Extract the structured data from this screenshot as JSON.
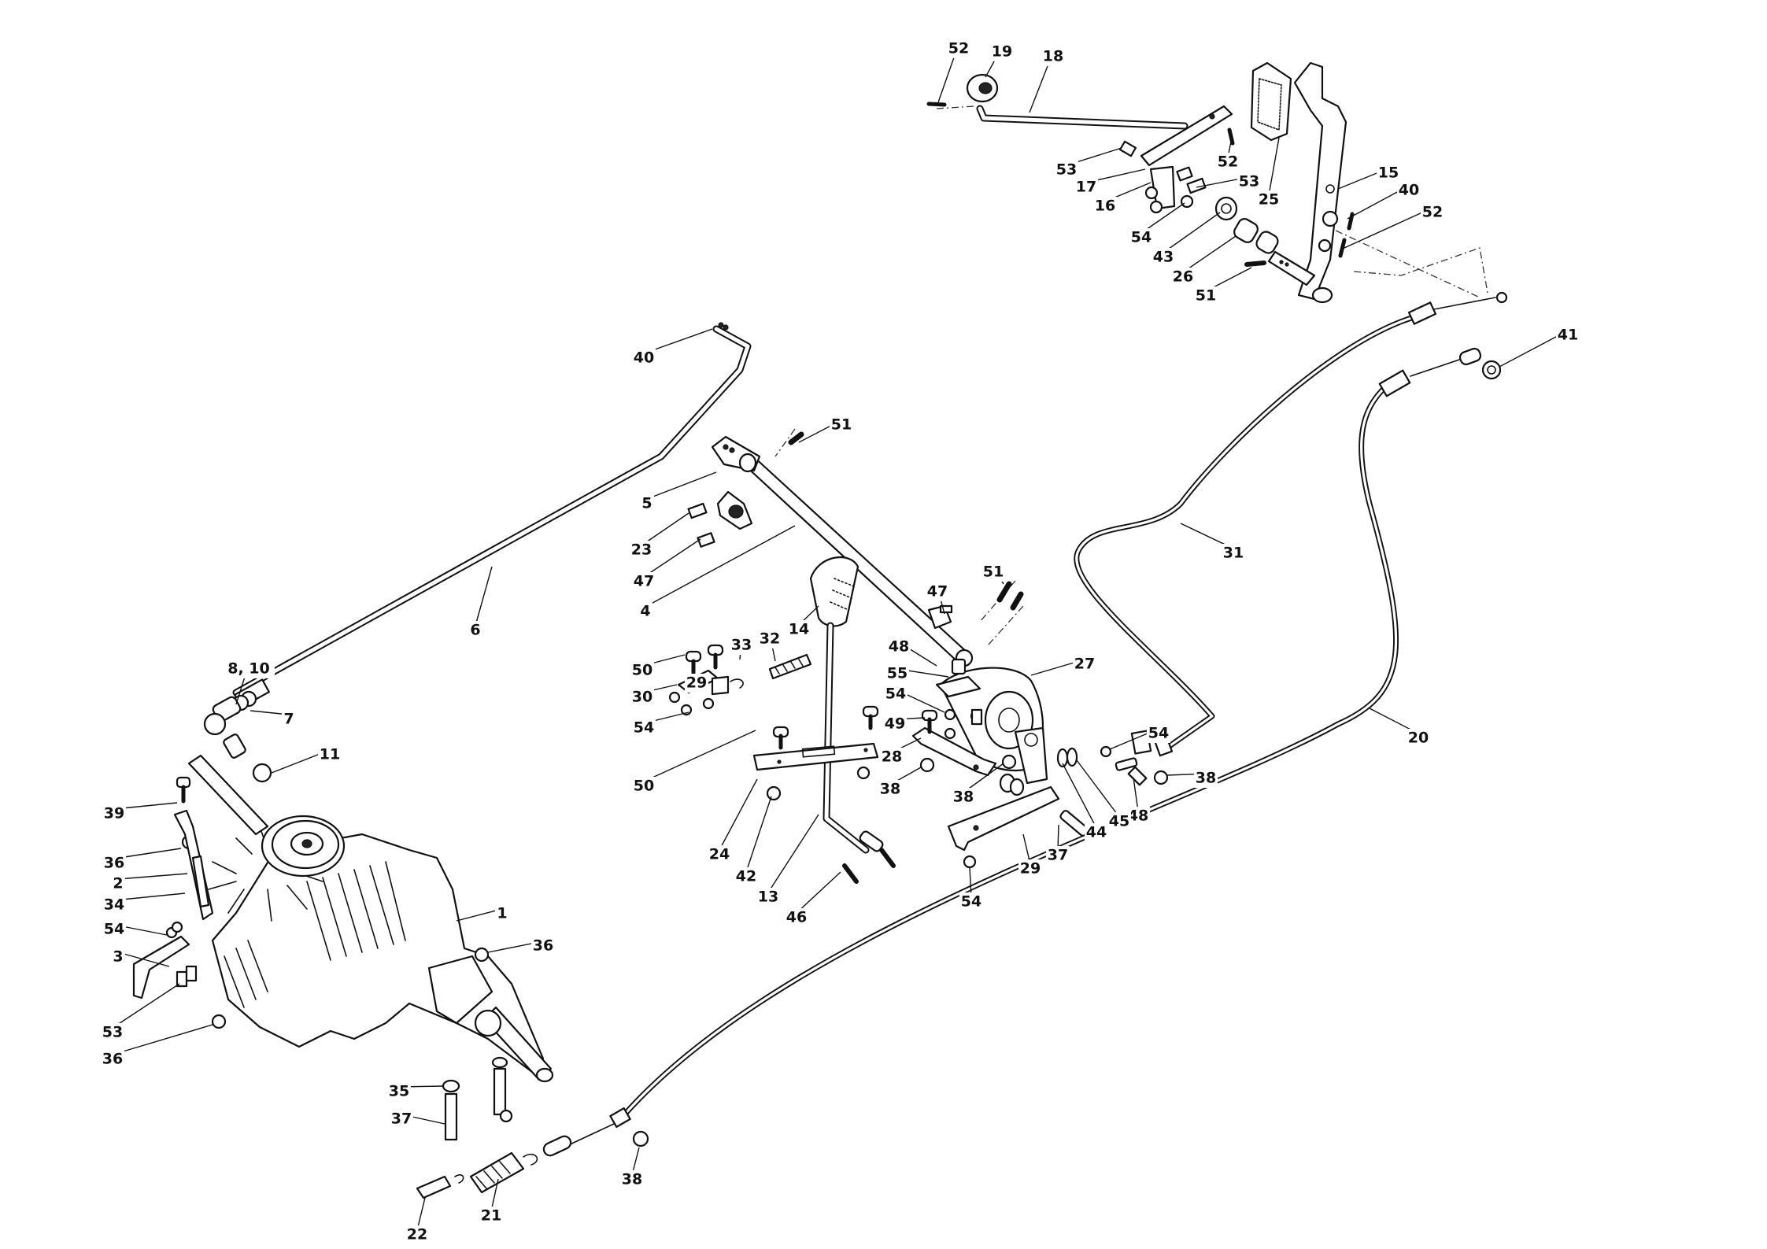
{
  "diagram": {
    "callouts": [
      {
        "label": "52"
      },
      {
        "label": "19"
      },
      {
        "label": "18"
      },
      {
        "label": "53"
      },
      {
        "label": "17"
      },
      {
        "label": "52"
      },
      {
        "label": "53"
      },
      {
        "label": "16"
      },
      {
        "label": "25"
      },
      {
        "label": "15"
      },
      {
        "label": "40"
      },
      {
        "label": "52"
      },
      {
        "label": "54"
      },
      {
        "label": "43"
      },
      {
        "label": "26"
      },
      {
        "label": "51"
      },
      {
        "label": "41"
      },
      {
        "label": "40"
      },
      {
        "label": "51"
      },
      {
        "label": "5"
      },
      {
        "label": "23"
      },
      {
        "label": "47"
      },
      {
        "label": "4"
      },
      {
        "label": "31"
      },
      {
        "label": "6"
      },
      {
        "label": "51"
      },
      {
        "label": "47"
      },
      {
        "label": "14"
      },
      {
        "label": "32"
      },
      {
        "label": "33"
      },
      {
        "label": "50"
      },
      {
        "label": "8, 10"
      },
      {
        "label": "48"
      },
      {
        "label": "27"
      },
      {
        "label": "30"
      },
      {
        "label": "29"
      },
      {
        "label": "55"
      },
      {
        "label": "7"
      },
      {
        "label": "54"
      },
      {
        "label": "54"
      },
      {
        "label": "49"
      },
      {
        "label": "20"
      },
      {
        "label": "28"
      },
      {
        "label": "54"
      },
      {
        "label": "11"
      },
      {
        "label": "50"
      },
      {
        "label": "38"
      },
      {
        "label": "38"
      },
      {
        "label": "48"
      },
      {
        "label": "38"
      },
      {
        "label": "39"
      },
      {
        "label": "45"
      },
      {
        "label": "44"
      },
      {
        "label": "37"
      },
      {
        "label": "24"
      },
      {
        "label": "36"
      },
      {
        "label": "2"
      },
      {
        "label": "42"
      },
      {
        "label": "29"
      },
      {
        "label": "34"
      },
      {
        "label": "13"
      },
      {
        "label": "54"
      },
      {
        "label": "1"
      },
      {
        "label": "46"
      },
      {
        "label": "54"
      },
      {
        "label": "3"
      },
      {
        "label": "36"
      },
      {
        "label": "53"
      },
      {
        "label": "36"
      },
      {
        "label": "35"
      },
      {
        "label": "37"
      },
      {
        "label": "38"
      },
      {
        "label": "21"
      },
      {
        "label": "22"
      }
    ]
  }
}
